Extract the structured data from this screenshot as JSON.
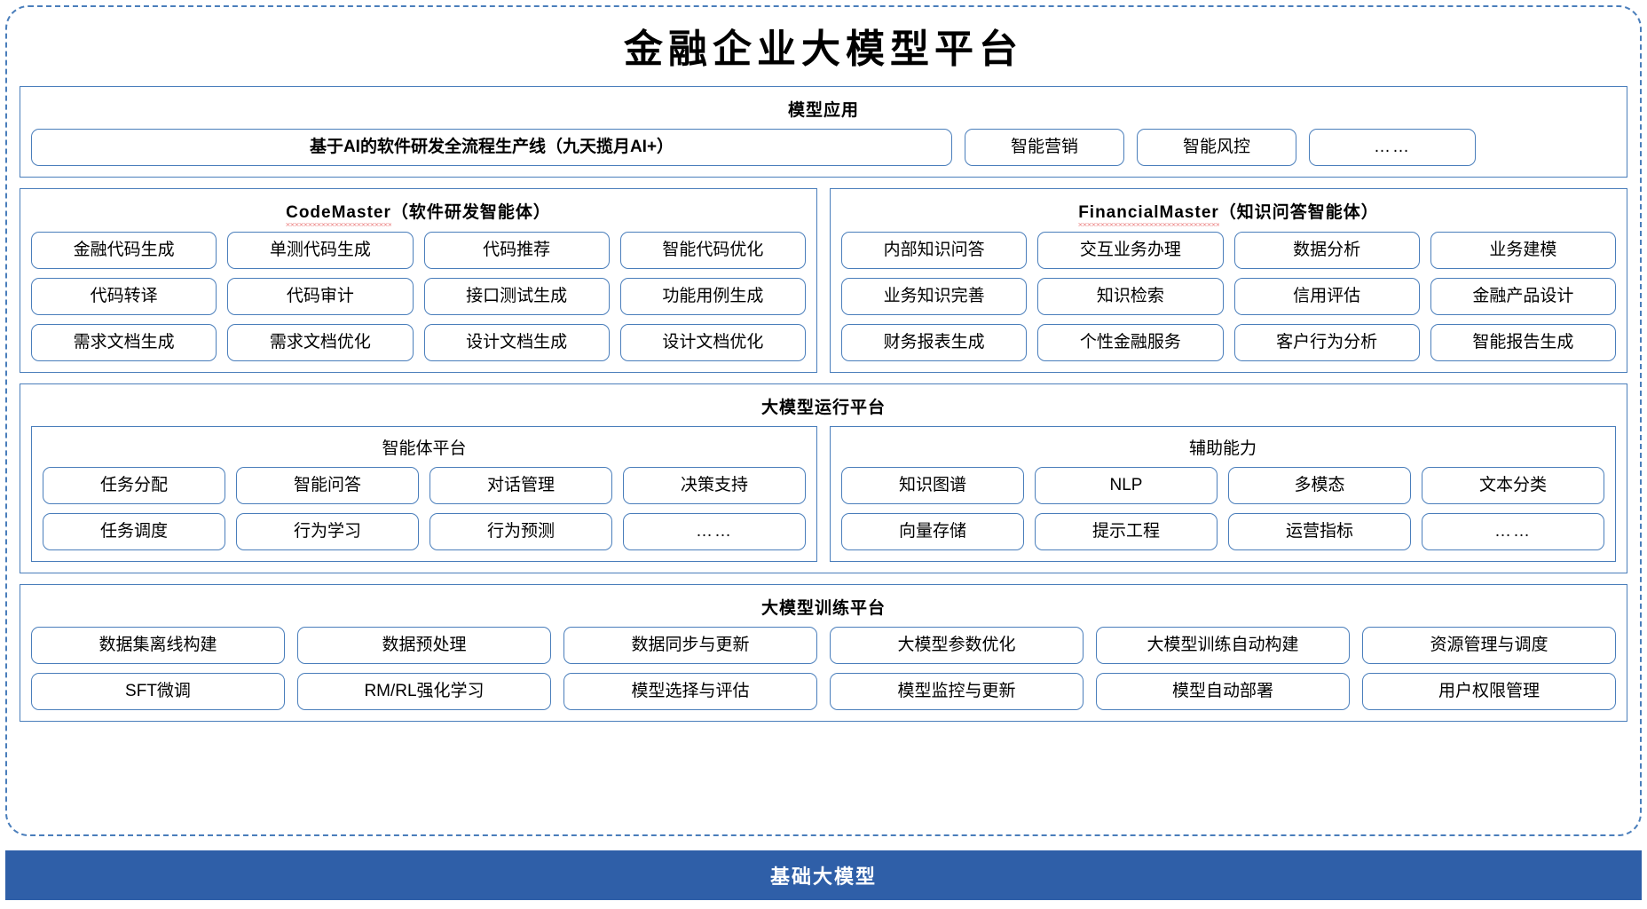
{
  "title": "金融企业大模型平台",
  "application_layer": {
    "title": "模型应用",
    "cards": [
      {
        "label": "基于AI的软件研发全流程生产线（九天揽月AI+）",
        "style": "wide"
      },
      {
        "label": "智能营销",
        "style": "narrow"
      },
      {
        "label": "智能风控",
        "style": "narrow"
      },
      {
        "label": "……",
        "style": "narrow last"
      }
    ]
  },
  "agents": [
    {
      "name_en": "CodeMaster",
      "name_cn": "（软件研发智能体）",
      "misspelled": true,
      "cards": [
        "金融代码生成",
        "单测代码生成",
        "代码推荐",
        "智能代码优化",
        "代码转译",
        "代码审计",
        "接口测试生成",
        "功能用例生成",
        "需求文档生成",
        "需求文档优化",
        "设计文档生成",
        "设计文档优化"
      ]
    },
    {
      "name_en": "FinancialMaster",
      "name_cn": "（知识问答智能体）",
      "misspelled": true,
      "cards": [
        "内部知识问答",
        "交互业务办理",
        "数据分析",
        "业务建模",
        "业务知识完善",
        "知识检索",
        "信用评估",
        "金融产品设计",
        "财务报表生成",
        "个性金融服务",
        "客户行为分析",
        "智能报告生成"
      ]
    }
  ],
  "runtime_layer": {
    "title": "大模型运行平台",
    "sub_panels": [
      {
        "title": "智能体平台",
        "cards": [
          "任务分配",
          "智能问答",
          "对话管理",
          "决策支持",
          "任务调度",
          "行为学习",
          "行为预测",
          "……"
        ]
      },
      {
        "title": "辅助能力",
        "cards": [
          "知识图谱",
          "NLP",
          "多模态",
          "文本分类",
          "向量存储",
          "提示工程",
          "运营指标",
          "……"
        ]
      }
    ]
  },
  "training_layer": {
    "title": "大模型训练平台",
    "cards": [
      "数据集离线构建",
      "数据预处理",
      "数据同步与更新",
      "大模型参数优化",
      "大模型训练自动构建",
      "资源管理与调度",
      "SFT微调",
      "RM/RL强化学习",
      "模型选择与评估",
      "模型监控与更新",
      "模型自动部署",
      "用户权限管理"
    ]
  },
  "base_bar": {
    "label": "基础大模型"
  },
  "colors": {
    "border_blue": "#4a7ebb",
    "base_bar_blue": "#2f5fa8",
    "spellcheck_red": "#e03030",
    "text_black": "#000000",
    "background": "#ffffff"
  }
}
